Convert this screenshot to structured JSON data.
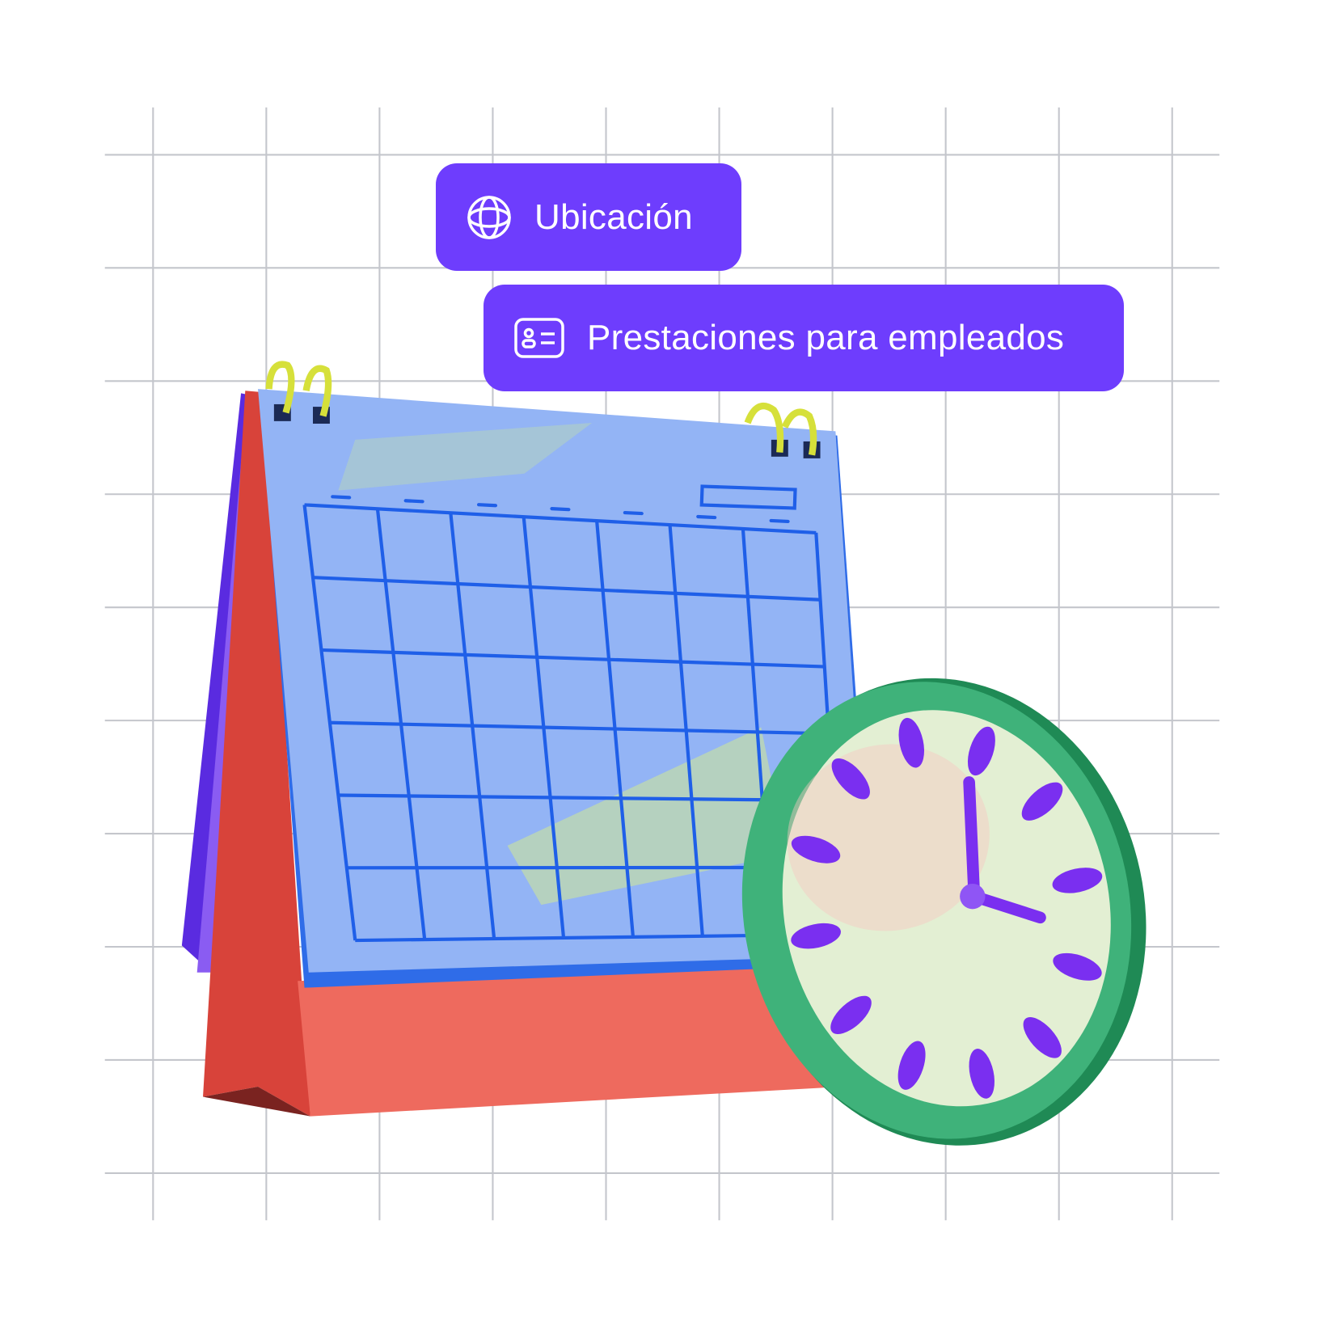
{
  "tags": [
    {
      "label": "Ubicación",
      "icon": "globe-icon"
    },
    {
      "label": "Prestaciones para empleados",
      "icon": "id-card-icon"
    }
  ],
  "colors": {
    "tag_bg": "#6e3dfd",
    "grid": "#c4c6cc",
    "calendar_page": "#93b4f5",
    "calendar_lines": "#1f5fe8",
    "calendar_base": "#e85a4f",
    "clock_rim": "#2fa36a",
    "clock_face": "#e5efd6",
    "clock_marks": "#7a2ff0"
  },
  "clock_time": {
    "hour": 3,
    "minute": 0
  }
}
